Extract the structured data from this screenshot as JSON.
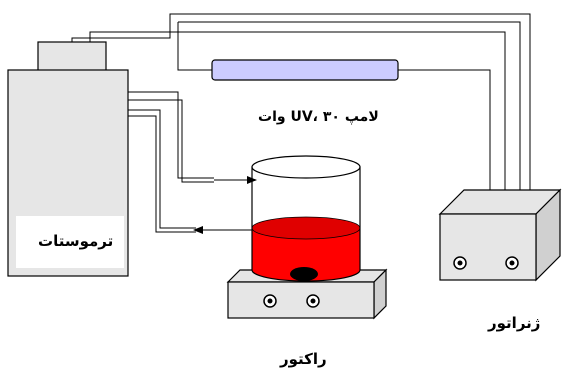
{
  "labels": {
    "thermostat": "ترموستات",
    "lamp": "لامپ UV، ۳۰ وات",
    "generator": "ژنراتور",
    "reactor": "راکتور"
  },
  "colors": {
    "lamp_fill": "#ccccff",
    "liquid": "#ff0000",
    "liquid_top": "#e00000",
    "device_fill": "#e6e6e6",
    "line": "#000000"
  }
}
